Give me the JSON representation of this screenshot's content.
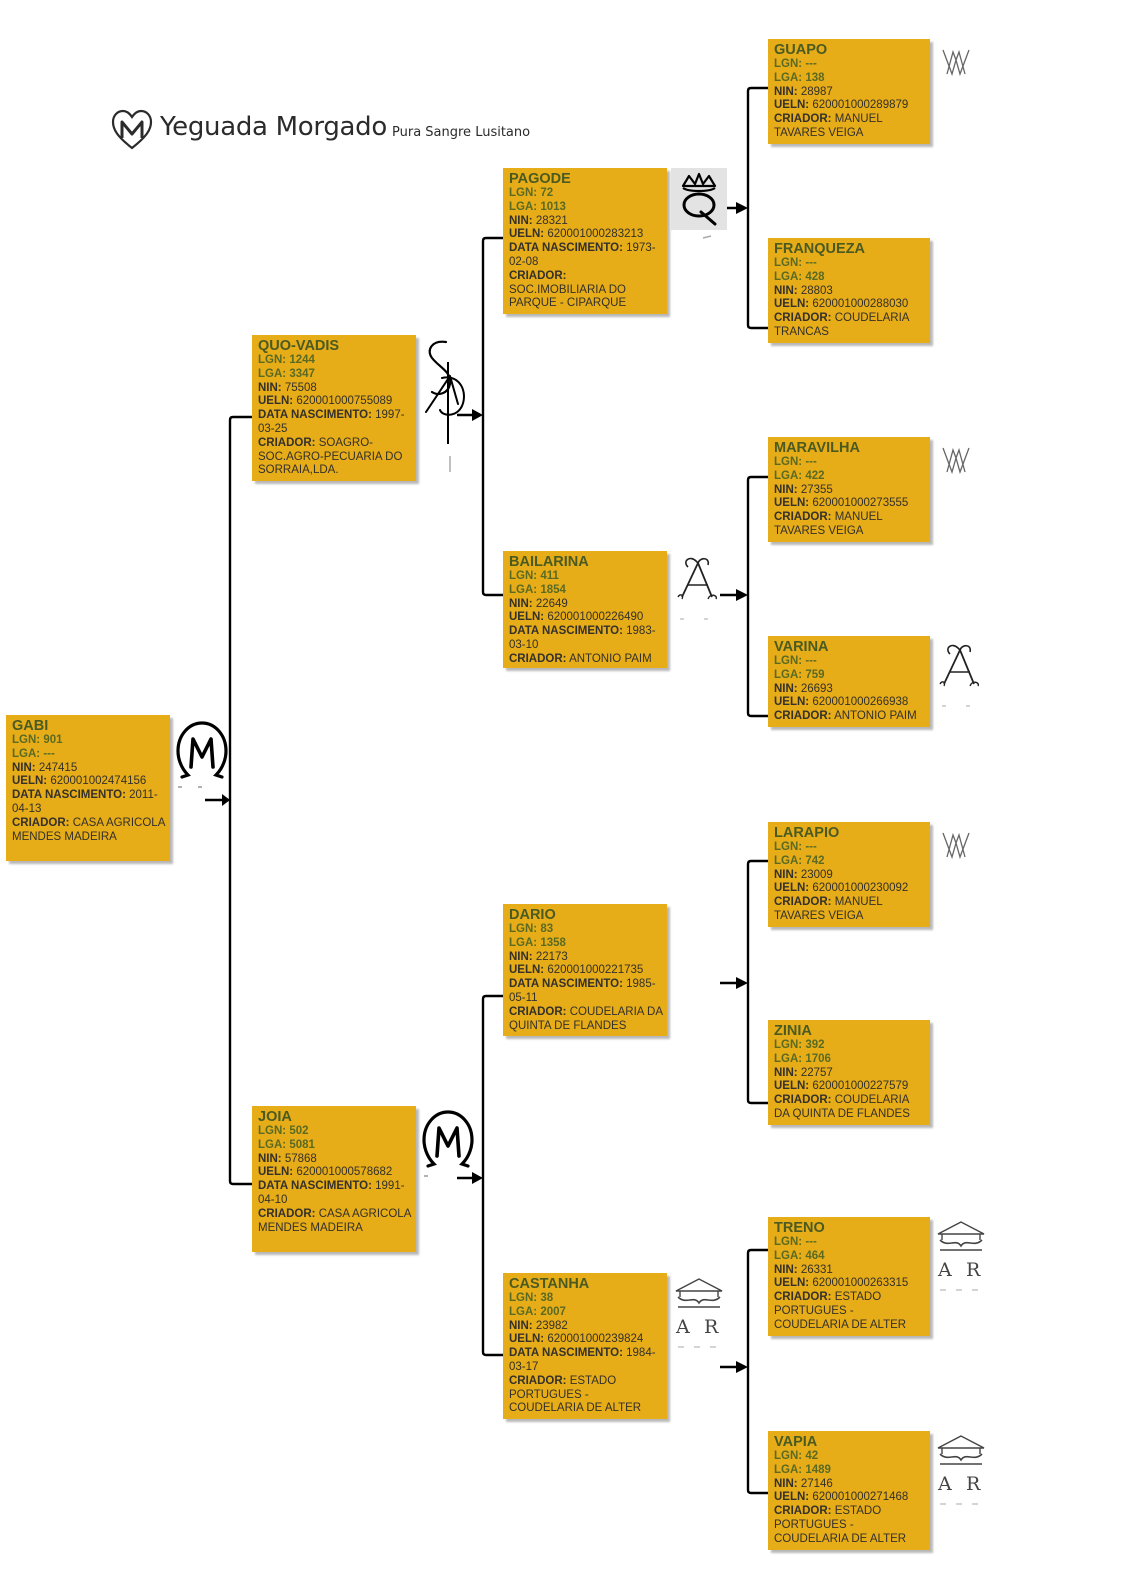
{
  "logo": {
    "name": "Yeguada Morgado",
    "subtitle": "Pura Sangre Lusitano",
    "mark_icon": "heart-m-icon"
  },
  "field_labels": {
    "lgn": "LGN:",
    "lga": "LGA:",
    "nin": "NIN:",
    "ueln": "UELN:",
    "birth": "DATA NASCIMENTO:",
    "breeder": "CRIADOR:"
  },
  "horses": {
    "gabi": {
      "name": "GABI",
      "lgn": "901",
      "lga": "---",
      "nin": "247415",
      "ueln": "620001002474156",
      "birth": "2011-04-13",
      "breeder": "CASA AGRICOLA MENDES MADEIRA",
      "brand_icon": "omega-m-brand-icon"
    },
    "quovadis": {
      "name": "QUO-VADIS",
      "lgn": "1244",
      "lga": "3347",
      "nin": "75508",
      "ueln": "620001000755089",
      "birth": "1997-03-25",
      "breeder": "SOAGRO-SOC.AGRO-PECUARIA DO SORRAIA,LDA.",
      "brand_icon": "s-a-brand-icon"
    },
    "joia": {
      "name": "JOIA",
      "lgn": "502",
      "lga": "5081",
      "nin": "57868",
      "ueln": "620001000578682",
      "birth": "1991-04-10",
      "breeder": "CASA AGRICOLA MENDES MADEIRA",
      "brand_icon": "omega-m-brand-icon"
    },
    "pagode": {
      "name": "PAGODE",
      "lgn": "72",
      "lga": "1013",
      "nin": "28321",
      "ueln": "620001000283213",
      "birth": "1973-02-08",
      "breeder": "SOC.IMOBILIARIA DO PARQUE - CIPARQUE",
      "brand_icon": "crown-q-brand-icon"
    },
    "bailarina": {
      "name": "BAILARINA",
      "lgn": "411",
      "lga": "1854",
      "nin": "22649",
      "ueln": "620001000226490",
      "birth": "1983-03-10",
      "breeder": "ANTONIO PAIM",
      "brand_icon": "a-brand-icon"
    },
    "dario": {
      "name": "DARIO",
      "lgn": "83",
      "lga": "1358",
      "nin": "22173",
      "ueln": "620001000221735",
      "birth": "1985-05-11",
      "breeder": "COUDELARIA DA QUINTA DE FLANDES",
      "brand_icon": ""
    },
    "castanha": {
      "name": "CASTANHA",
      "lgn": "38",
      "lga": "2007",
      "nin": "23982",
      "ueln": "620001000239824",
      "birth": "1984-03-17",
      "breeder": "ESTADO PORTUGUES - COUDELARIA DE ALTER",
      "brand_icon": "crown-ar-brand-icon"
    },
    "guapo": {
      "name": "GUAPO",
      "lgn": "---",
      "lga": "138",
      "nin": "28987",
      "ueln": "620001000289879",
      "breeder": "MANUEL TAVARES VEIGA",
      "brand_icon": "vm-brand-icon"
    },
    "franqueza": {
      "name": "FRANQUEZA",
      "lgn": "---",
      "lga": "428",
      "nin": "28803",
      "ueln": "620001000288030",
      "breeder": "COUDELARIA TRANCAS",
      "brand_icon": ""
    },
    "maravilha": {
      "name": "MARAVILHA",
      "lgn": "---",
      "lga": "422",
      "nin": "27355",
      "ueln": "620001000273555",
      "breeder": "MANUEL TAVARES VEIGA",
      "brand_icon": "vm-brand-icon"
    },
    "varina": {
      "name": "VARINA",
      "lgn": "---",
      "lga": "759",
      "nin": "26693",
      "ueln": "620001000266938",
      "breeder": "ANTONIO PAIM",
      "brand_icon": "a-brand-icon"
    },
    "larapio": {
      "name": "LARAPIO",
      "lgn": "---",
      "lga": "742",
      "nin": "23009",
      "ueln": "620001000230092",
      "breeder": "MANUEL TAVARES VEIGA",
      "brand_icon": "vm-brand-icon"
    },
    "zinia": {
      "name": "ZINIA",
      "lgn": "392",
      "lga": "1706",
      "nin": "22757",
      "ueln": "620001000227579",
      "breeder": "COUDELARIA DA QUINTA DE FLANDES",
      "brand_icon": ""
    },
    "treno": {
      "name": "TRENO",
      "lgn": "---",
      "lga": "464",
      "nin": "26331",
      "ueln": "620001000263315",
      "breeder": "ESTADO PORTUGUES - COUDELARIA DE ALTER",
      "brand_icon": "crown-ar-brand-icon"
    },
    "vapia": {
      "name": "VAPIA",
      "lgn": "42",
      "lga": "1489",
      "nin": "27146",
      "ueln": "620001000271468",
      "breeder": "ESTADO PORTUGUES - COUDELARIA DE ALTER",
      "brand_icon": "crown-ar-brand-icon"
    }
  },
  "colors": {
    "card_background": "#e6ad19",
    "name_text": "#4b5a21",
    "lines": "#000000"
  }
}
